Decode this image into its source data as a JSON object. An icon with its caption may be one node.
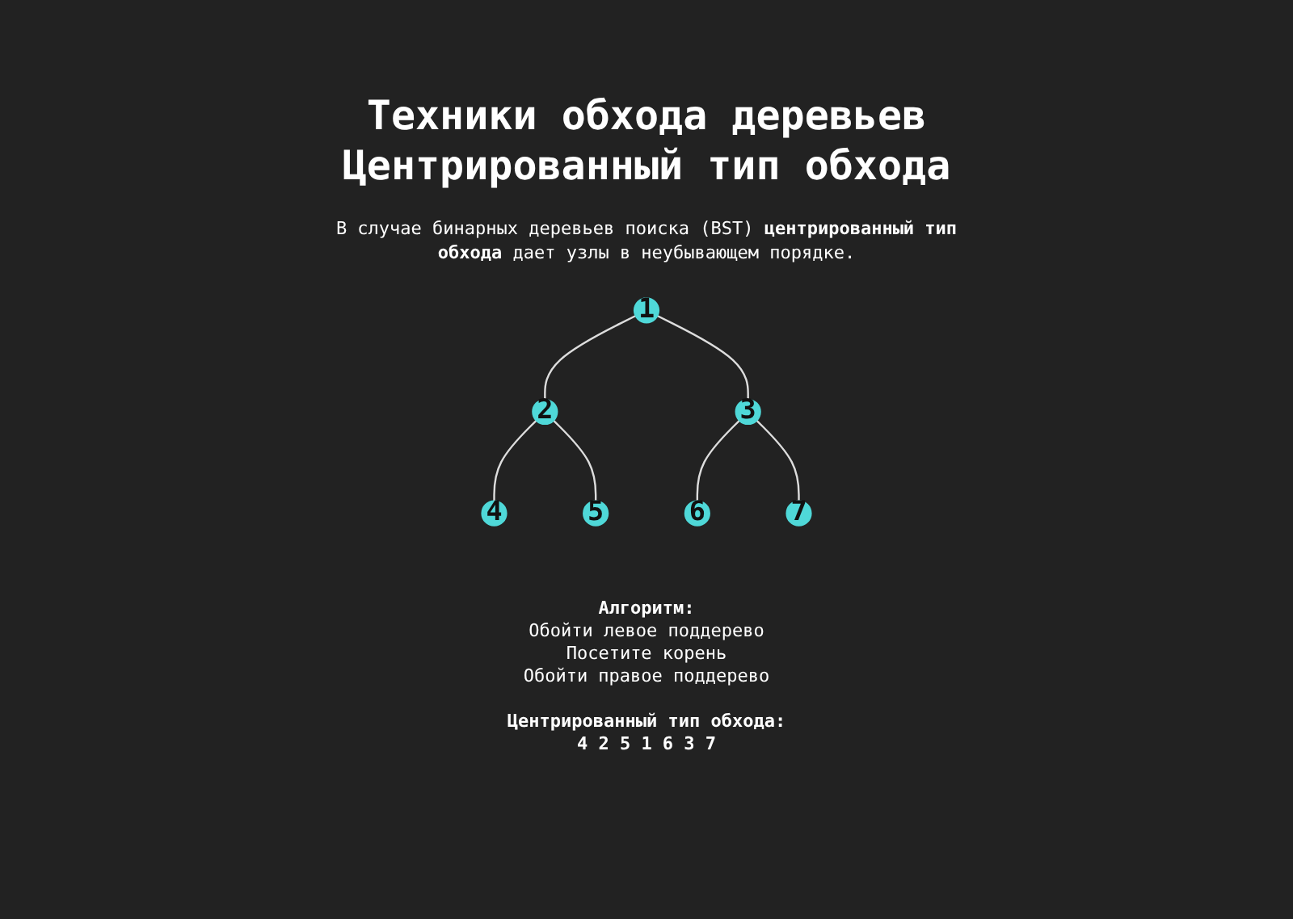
{
  "diagram": {
    "title": "Техники обхода деревьев Центрированный тип обхода",
    "caption": "В случае бинарных деревьев поиска (BST) **центрированный тип обхода** дает узлы в неубывающем порядке.",
    "nodes": [
      {
        "text": [
          "1"
        ]
      },
      {
        "text": [
          "2"
        ]
      },
      {
        "text": [
          "3"
        ]
      },
      {
        "text": [
          "4"
        ]
      },
      {
        "text": [
          "5"
        ]
      },
      {
        "text": [
          "6"
        ]
      },
      {
        "text": [
          "7"
        ]
      }
    ],
    "edges": [
      {
        "from": 0,
        "to": 1,
        "arrow": "none"
      },
      {
        "from": 0,
        "to": 2,
        "arrow": "none"
      },
      {
        "from": 1,
        "to": 3,
        "arrow": "none"
      },
      {
        "from": 1,
        "to": 4,
        "arrow": "none"
      },
      {
        "from": 2,
        "to": 5,
        "arrow": "none"
      },
      {
        "from": 2,
        "to": 6,
        "arrow": "none"
      }
    ],
    "labels": [
      "Алгоритм:",
      "Обойти левое поддерево",
      "Посетите корень",
      "Обойти правое поддерево",
      "Центрированный тип обхода:",
      "4 2 5 1 6 3 7"
    ]
  }
}
